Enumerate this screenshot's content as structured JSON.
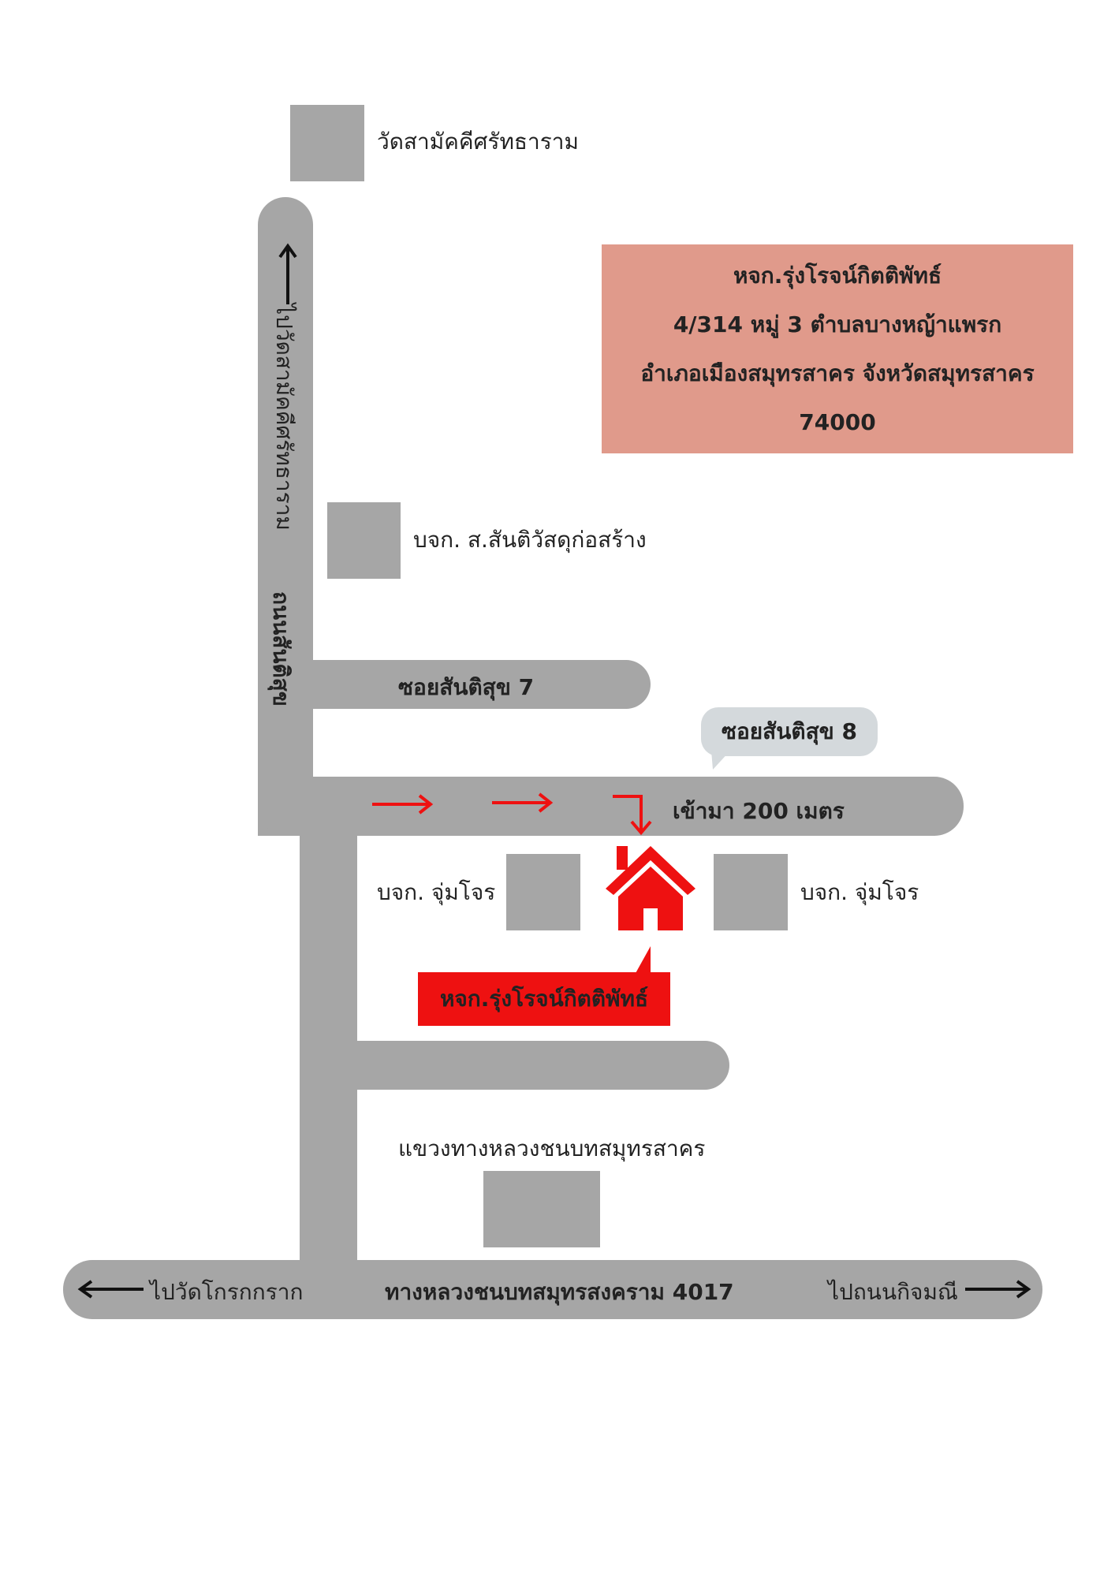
{
  "places": {
    "temple": "วัดสามัคคีศรัทธาราม",
    "company_top": "บจก. ส.สันติวัสดุก่อสร้าง",
    "company_left": "บจก. จุ่มโจร",
    "company_right": "บจก. จุ่มโจร",
    "highway_office": "แขวงทางหลวงชนบทสมุทรสาคร"
  },
  "roads": {
    "main_road": "ถนนสันติสุข",
    "to_temple": "ไปวัดสามัคคีศรัทธาราม",
    "soi7": "ซอยสันติสุข 7",
    "soi8": "ซอยสันติสุข 8",
    "distance": "เข้ามา 200 เมตร",
    "highway": "ทางหลวงชนบทสมุทรสงคราม 4017",
    "to_left": "ไปวัดโกรกกราก",
    "to_right": "ไปถนนกิจมณี"
  },
  "address": {
    "line1": "หจก.รุ่งโรจน์กิตติพัทธ์",
    "line2": "4/314 หมู่ 3 ตำบลบางหญ้าแพรก",
    "line3": "อำเภอเมืองสมุทรสาคร จังหวัดสมุทรสาคร",
    "line4": "74000"
  },
  "destination_label": "หจก.รุ่งโรจน์กิตติพัทธ์",
  "colors": {
    "road": "#a6a6a6",
    "address_box": "#e09a8b",
    "callout": "#d4d9dc",
    "accent_red": "#ee1111"
  }
}
